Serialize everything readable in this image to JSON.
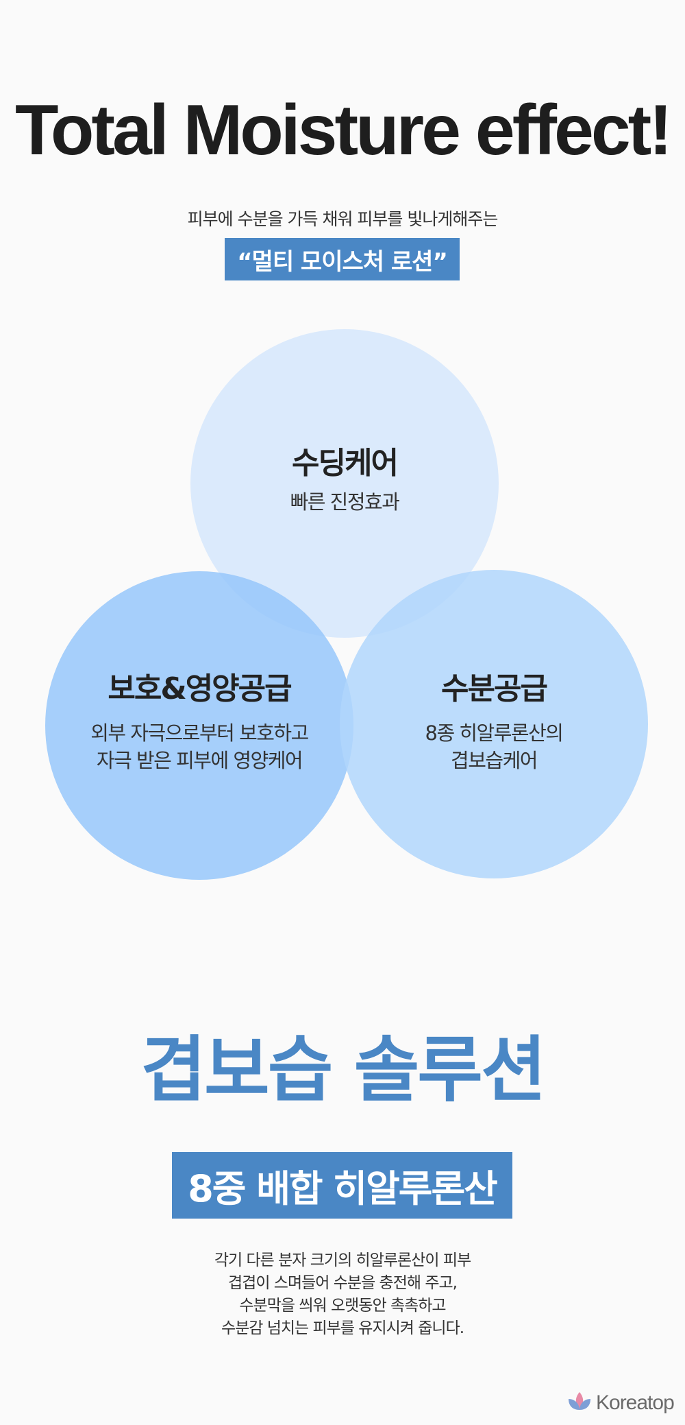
{
  "header": {
    "title": "Total Moisture effect!",
    "subtitle": "피부에 수분을 가득 채워 피부를 빛나게해주는",
    "tag": "“멀티 모이스처 로션”"
  },
  "circles": [
    {
      "title": "수딩케어",
      "lines": [
        "빠른 진정효과"
      ]
    },
    {
      "title": "보호&영양공급",
      "lines": [
        "외부 자극으로부터 보호하고",
        "자극 받은 피부에 영양케어"
      ]
    },
    {
      "title": "수분공급",
      "lines": [
        "8종 히알루론산의",
        "겹보습케어"
      ]
    }
  ],
  "solution": {
    "heading": "겹보습 솔루션",
    "badge": "8중 배합 히알루론산",
    "paragraph": [
      "각기 다른 분자 크기의 히알루론산이 피부",
      "겹겹이 스며들어 수분을 충전해 주고,",
      "수분막을 씌워 오랫동안 촉촉하고",
      "수분감 넘치는 피부를 유지시켜 줍니다."
    ]
  },
  "logo": {
    "text": "Koreatop",
    "icon": "lotus-icon"
  },
  "colors": {
    "accent": "#4a87c5",
    "circle_top": "#dbeafc",
    "circle_left": "#a3cdfa",
    "circle_right": "#badcfc"
  }
}
